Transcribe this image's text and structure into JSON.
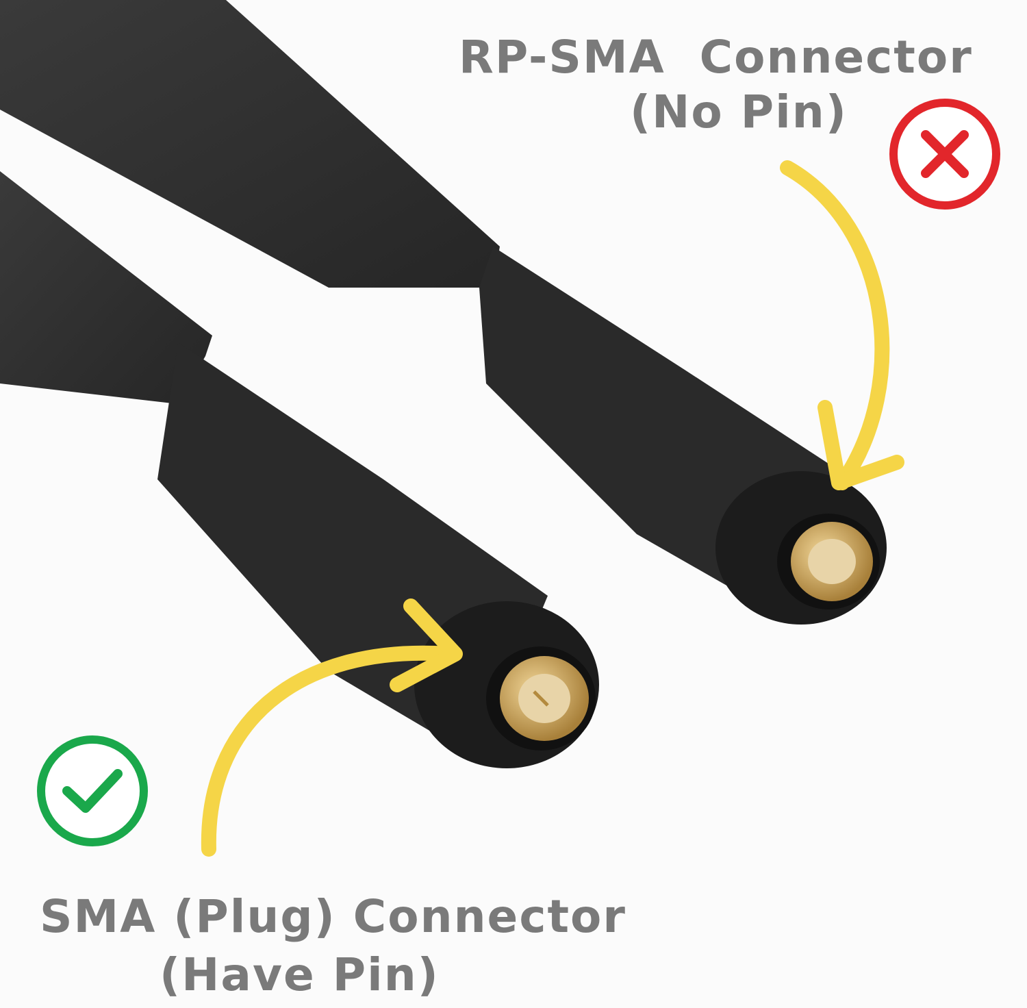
{
  "labels": {
    "rp_sma_title": "RP-SMA  Connector",
    "rp_sma_sub": "(No Pin)",
    "sma_title": "SMA (Plug) Connector",
    "sma_sub": "(Have Pin)"
  },
  "icons": {
    "wrong": "x-circle-icon",
    "correct": "check-circle-icon"
  },
  "colors": {
    "text": "#7a7a7a",
    "arrow": "#f5d547",
    "wrong": "#e2262b",
    "correct": "#1aa84b",
    "antenna": "#2e2e2e",
    "gold": "#c9a24a"
  }
}
